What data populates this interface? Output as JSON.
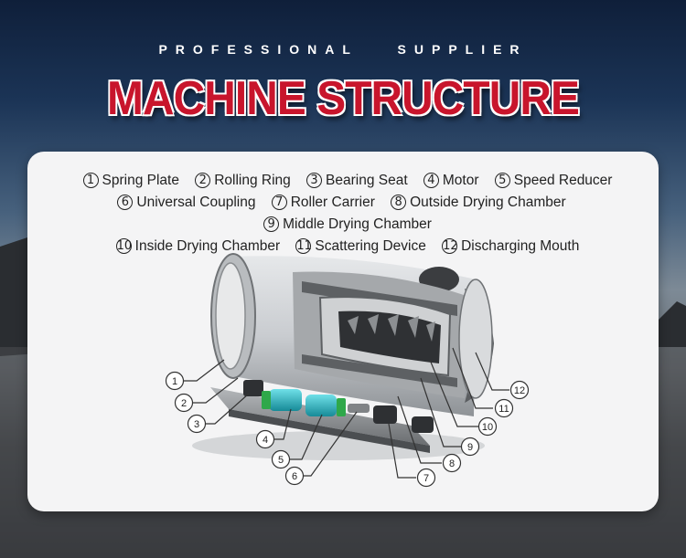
{
  "header": {
    "subtitle": "PROFESSIONAL SUPPLIER",
    "title": "MACHINE STRUCTURE"
  },
  "legend": {
    "items": [
      {
        "num": "1",
        "label": "Spring Plate"
      },
      {
        "num": "2",
        "label": "Rolling Ring"
      },
      {
        "num": "3",
        "label": "Bearing Seat"
      },
      {
        "num": "4",
        "label": "Motor"
      },
      {
        "num": "5",
        "label": "Speed Reducer"
      },
      {
        "num": "6",
        "label": "Universal Coupling"
      },
      {
        "num": "7",
        "label": "Roller Carrier"
      },
      {
        "num": "8",
        "label": "Outside Drying Chamber"
      },
      {
        "num": "9",
        "label": "Middle Drying Chamber"
      },
      {
        "num": "10",
        "label": "Inside Drying Chamber"
      },
      {
        "num": "11",
        "label": "Scattering Device"
      },
      {
        "num": "12",
        "label": "Discharging Mouth"
      }
    ]
  },
  "callouts": [
    "1",
    "2",
    "3",
    "4",
    "5",
    "6",
    "7",
    "8",
    "9",
    "10",
    "11",
    "12"
  ],
  "colors": {
    "title_red": "#c8152c",
    "card_bg": "#f4f4f5",
    "motor_teal": "#2bb6c4",
    "coupling_green": "#2fa84a"
  }
}
